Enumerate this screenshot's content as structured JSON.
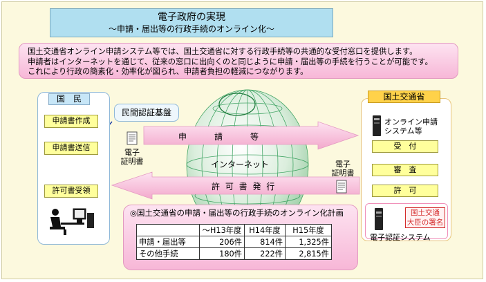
{
  "title": {
    "main": "電子政府の実現",
    "sub": "～申請・届出等の行政手続のオンライン化～"
  },
  "description": [
    "国土交通省オンライン申請システム等では、国土交通省に対する行政手続等の共通的な受付窓口を提供します。",
    "申請者はインターネットを通じて、従来の窓口に出向くのと同じように申請・届出等の手続を行うことが可能です。",
    "これにより行政の簡素化・効率化が図られ、申請者負担の軽減につながります。"
  ],
  "citizen": {
    "header": "国　民",
    "steps": [
      "申請書作成",
      "申請書送信",
      "許可書受領"
    ]
  },
  "private_cert": "民間認証基盤",
  "arrow_top": "申　　　請　　　等",
  "arrow_bottom": "許 可 書 発 行",
  "internet": "インターネット",
  "cert_left": [
    "電子",
    "証明書"
  ],
  "cert_right": [
    "電子",
    "証明書"
  ],
  "mlit": {
    "header": "国土交通省",
    "system": [
      "オンライン申請",
      "システム等"
    ],
    "steps": [
      "受　付",
      "審　査",
      "許　可"
    ],
    "signature": [
      "国土交通",
      "大臣の署名"
    ],
    "cert_system": "電子認証システム"
  },
  "plan": {
    "title": "◎国土交通省の申請・届出等の行政手続のオンライン化計画",
    "headers": [
      "",
      "～H13年度",
      "H14年度",
      "H15年度"
    ],
    "rows": [
      [
        "申請・届出等",
        "206件",
        "814件",
        "1,325件"
      ],
      [
        "その他手続",
        "180件",
        "222件",
        "2,815件"
      ]
    ]
  },
  "colors": {
    "frame_bg": "#fcf9de",
    "title_bg": "#b0dff0",
    "step_box": "#ffff9c",
    "mlit_head": "#ffd24a",
    "arrow": "#f7b7d7",
    "globe": "#2b9a53"
  },
  "icons": [
    "globe-icon",
    "document-icon",
    "computer-user-icon",
    "server-icon",
    "arrow-down-icon"
  ]
}
